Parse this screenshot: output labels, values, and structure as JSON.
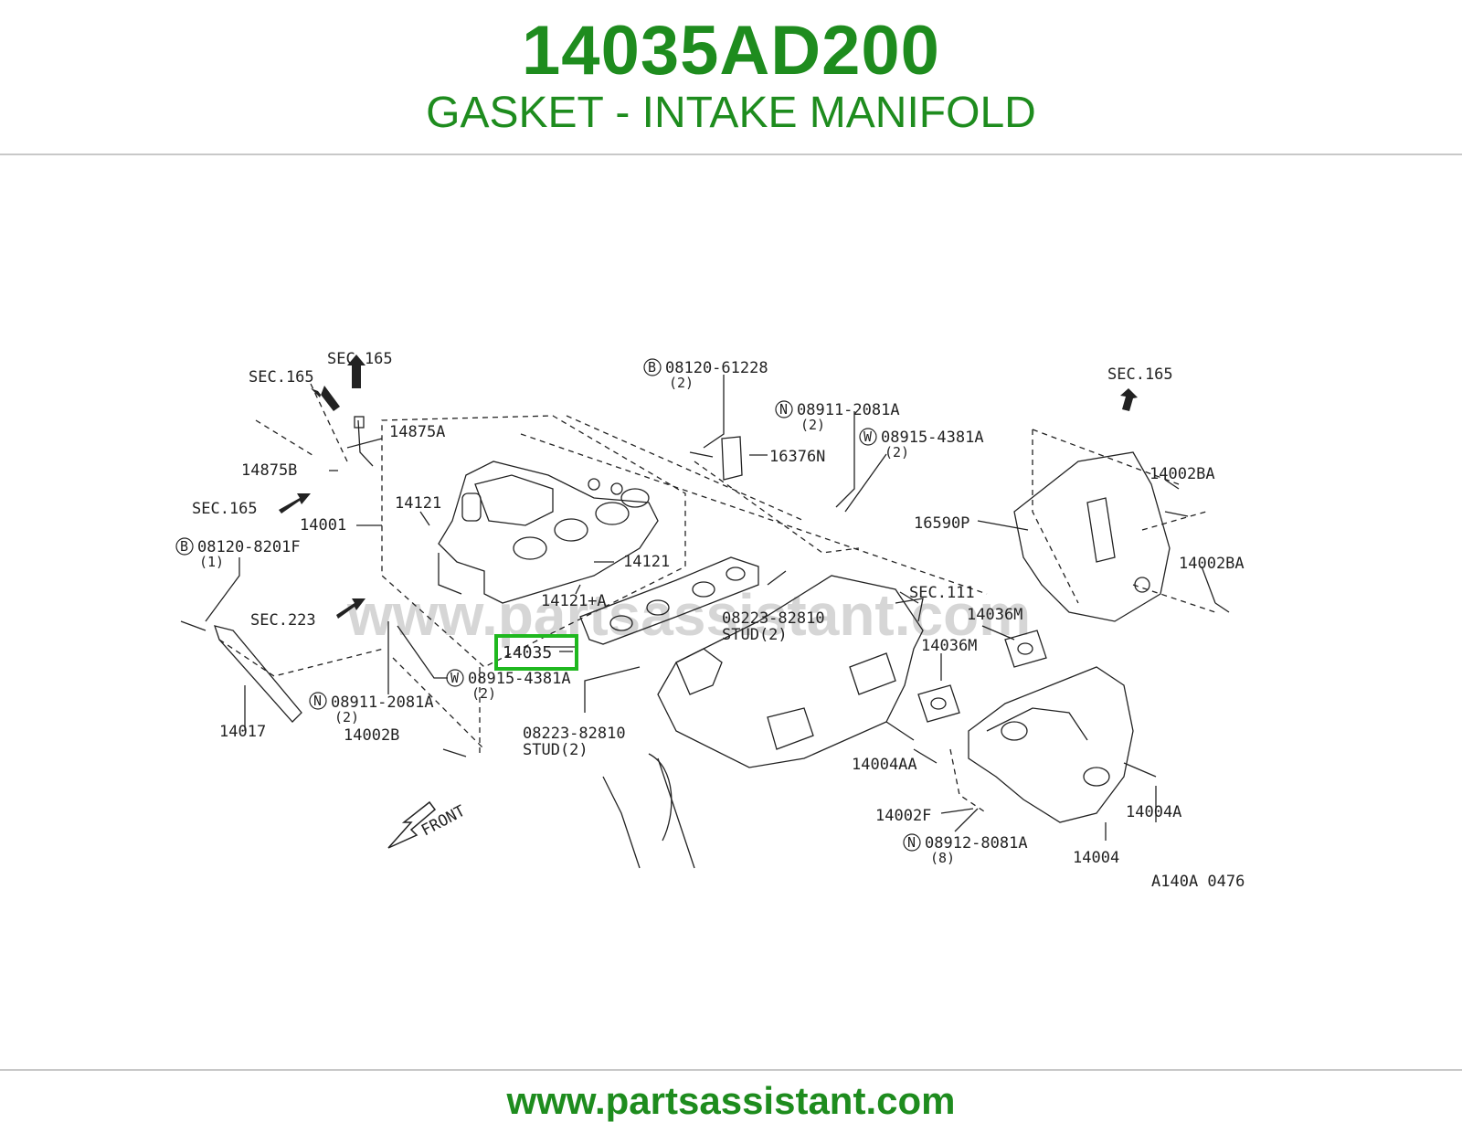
{
  "header": {
    "part_number": "14035AD200",
    "part_name": "GASKET - INTAKE MANIFOLD"
  },
  "footer": {
    "url": "www.partsassistant.com"
  },
  "diagram": {
    "watermark": "www.partsassistant.com",
    "highlight_color": "#1fb81f",
    "brand_color": "#1e8c1e",
    "highlighted_callout": "14035",
    "callouts": {
      "sec165_a": "SEC.165",
      "sec165_b": "SEC.165",
      "sec165_c": "SEC.165",
      "sec165_d": "SEC.165",
      "p14875a": "14875A",
      "p14875b": "14875B",
      "p14121_a": "14121",
      "p14121_b": "14121",
      "p14121a": "14121+A",
      "p14001": "14001",
      "bolt_08120_8201f": "08120-8201F",
      "bolt_08120_8201f_qty": "(1)",
      "sec223": "SEC.223",
      "p14017": "14017",
      "p14002b": "14002B",
      "nut_08911_2081a_l": "08911-2081A",
      "nut_08911_2081a_l_qty": "(2)",
      "washer_08915_4381a_l": "08915-4381A",
      "washer_08915_4381a_l_qty": "(2)",
      "bolt_08120_61228": "08120-61228",
      "bolt_08120_61228_qty": "(2)",
      "p16376n": "16376N",
      "nut_08911_2081a_r": "08911-2081A",
      "nut_08911_2081a_r_qty": "(2)",
      "washer_08915_4381a_r": "08915-4381A",
      "washer_08915_4381a_r_qty": "(2)",
      "stud_08223_82810_a": "08223-82810",
      "stud_a_label": "STUD(2)",
      "stud_08223_82810_b": "08223-82810",
      "stud_b_label": "STUD(2)",
      "sec111": "SEC.111",
      "p14036m_a": "14036M",
      "p14036m_b": "14036M",
      "p14004aa": "14004AA",
      "p14002f": "14002F",
      "nut_08912_8081a": "08912-8081A",
      "nut_08912_8081a_qty": "(8)",
      "p14004": "14004",
      "p14004a": "14004A",
      "p16590p": "16590P",
      "p14002ba_a": "14002BA",
      "p14002ba_b": "14002BA",
      "front": "FRONT",
      "figure_code": "A140A 0476"
    },
    "markers": {
      "b": "B",
      "n": "N",
      "w": "W"
    }
  }
}
